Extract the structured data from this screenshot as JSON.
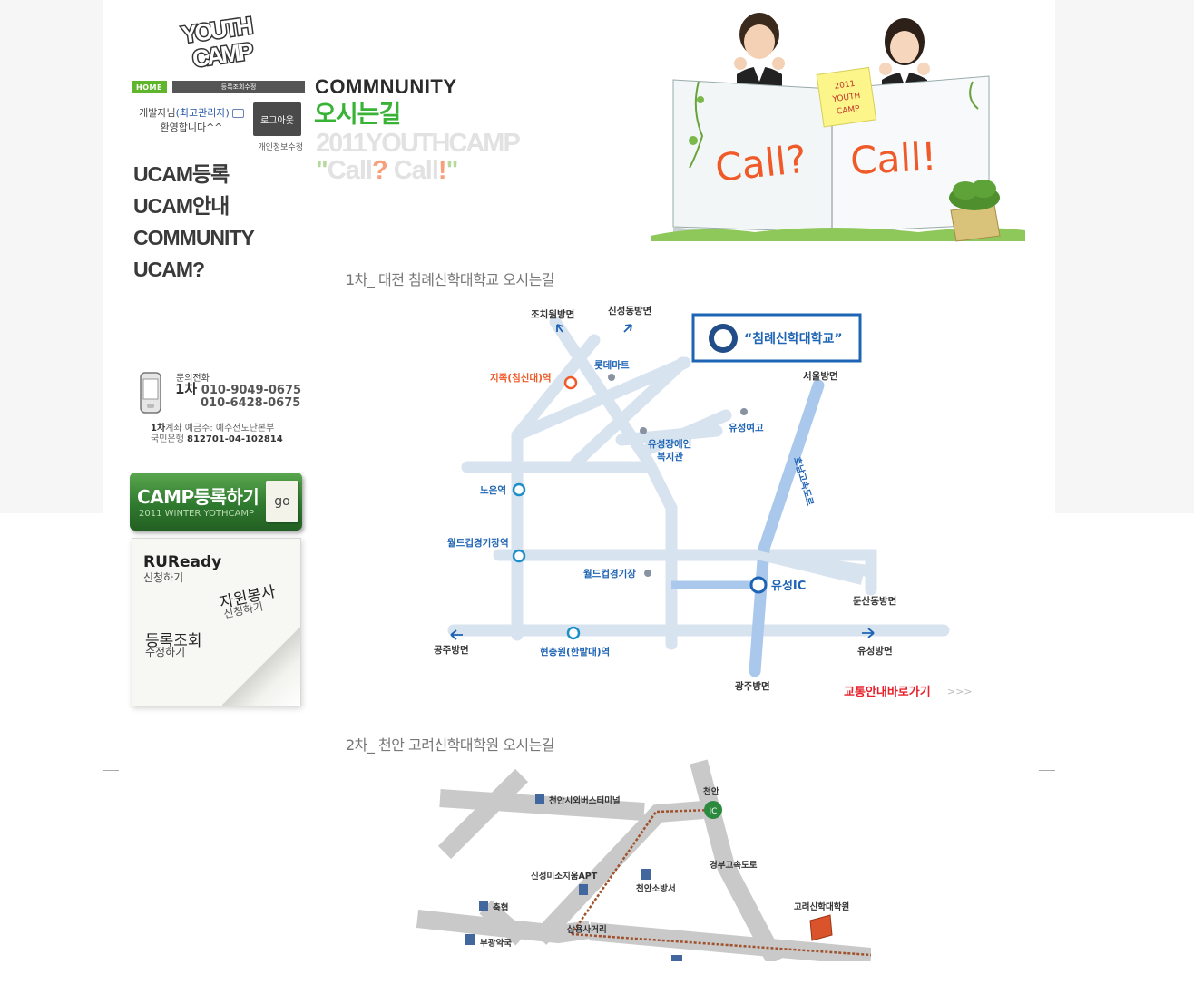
{
  "logo": {
    "text_line1": "YOUTH",
    "text_line2": "CAMP"
  },
  "nav": {
    "home": "HOME",
    "edit_registration": "등록조회수정"
  },
  "user": {
    "name": "개발자님",
    "role": "(최고관리자)",
    "welcome": "환영합니다^^",
    "logout": "로그아웃",
    "privacy_edit": "개인정보수정"
  },
  "menu": {
    "items": [
      "UCAM등록",
      "UCAM안내",
      "COMMUNITY",
      "UCAM?"
    ]
  },
  "heading": {
    "section": "COMMNUNITY",
    "title": "오시는길",
    "subtitle1": "2011YOUTHCAMP",
    "subtitle2_open": "\"",
    "subtitle2_call1": "Call",
    "subtitle2_q": "?",
    "subtitle2_call2": " Call",
    "subtitle2_ex": "!",
    "subtitle2_close": "\""
  },
  "contact": {
    "title": "문의전화",
    "order": "1차",
    "phone1": "010-9049-0675",
    "phone2": "010-6428-0675",
    "account_order": "1차",
    "account_label": "계좌 예금주: 예수전도단본부",
    "bank": "국민은행",
    "account_no": "812701-04-102814"
  },
  "camp_button": {
    "title": "CAMP등록하기",
    "subtitle": "2011 WINTER YOTHCAMP",
    "go": "go"
  },
  "paper_menu": {
    "rurready": "RUReady",
    "rurready_sub": "신청하기",
    "volunteer": "자원봉사",
    "volunteer_sub": "신청하기",
    "registration": "등록조회",
    "registration_sub": "수정하기"
  },
  "banner": {
    "note_line1": "2011",
    "note_line2": "YOUTH",
    "note_line3": "CAMP",
    "call_left": "Call?",
    "call_right": "Call!"
  },
  "section1": {
    "title": "1차_ 대전 침례신학대학교 오시는길",
    "school_badge": "“침례신학대학교”",
    "labels": {
      "jochiwon": "조치원방면",
      "sinseong": "신성동방면",
      "lotte": "롯데마트",
      "jijok": "지족(침신대)역",
      "seoul": "서울방면",
      "yuseong_girls": "유성여고",
      "disabled_center_1": "유성장애인",
      "disabled_center_2": "복지관",
      "highway_vertical": "호남고속도로",
      "noeun": "노은역",
      "worldcup_station": "월드컵경기장역",
      "worldcup_stadium": "월드컵경기장",
      "yuseong_ic": "유성IC",
      "dunsan": "둔산동방면",
      "gongju": "공주방면",
      "hyeonchungwon": "현충원(한밭대)역",
      "yuseong_dir": "유성방면",
      "gwangju": "광주방면",
      "traffic_link": "교통안내바로가기",
      "traffic_arrows": ">>>"
    }
  },
  "section2": {
    "title": "2차_ 천안 고려신학대학원 오시는길",
    "labels": {
      "terminal": "천안시외버스터미널",
      "cheonan": "천안",
      "ic": "IC",
      "gyeongbu": "경부고속도로",
      "sinseong_apt": "신성미소지움APT",
      "fire_station": "천안소방서",
      "goryeo": "고려신학대학원",
      "chukhyeop": "축협",
      "samyong": "삼용사거리",
      "bugwang": "부광약국"
    }
  },
  "colors": {
    "green": "#38b336",
    "orange": "#f05a28",
    "red": "#e8212c",
    "blue": "#1d6fb8",
    "road": "#d8e3f0"
  }
}
